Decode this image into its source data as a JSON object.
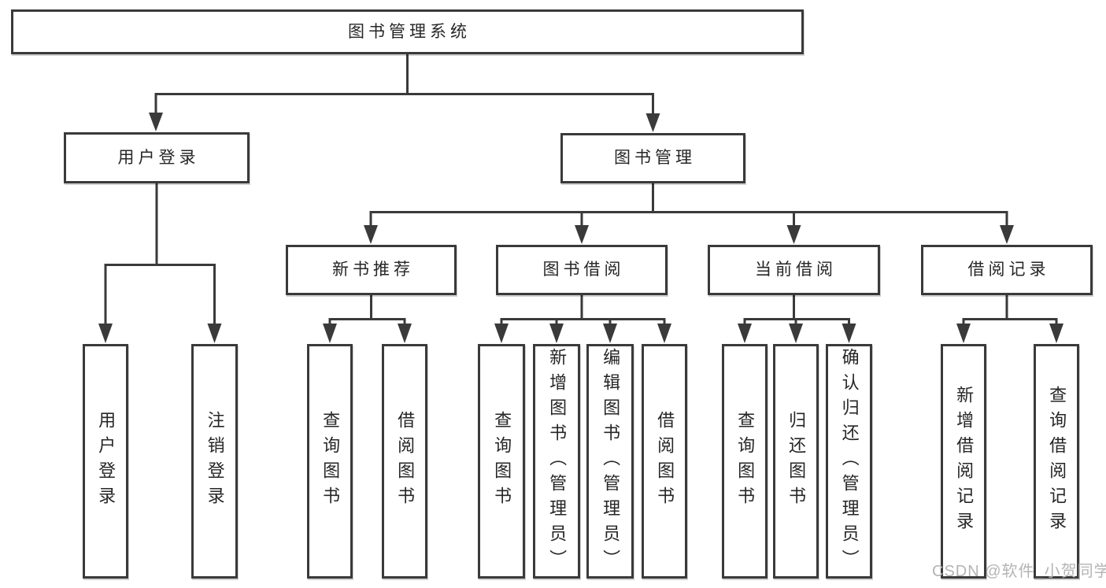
{
  "diagram": {
    "root": {
      "label": "图书管理系统"
    },
    "level2": [
      {
        "label": "用户登录"
      },
      {
        "label": "图书管理"
      }
    ],
    "level3": [
      {
        "label": "新书推荐"
      },
      {
        "label": "图书借阅"
      },
      {
        "label": "当前借阅"
      },
      {
        "label": "借阅记录"
      }
    ],
    "leaves": {
      "user_login": [
        "用户登录",
        "注销登录"
      ],
      "new_book_recommend": [
        "查询图书",
        "借阅图书"
      ],
      "book_borrow": [
        "查询图书",
        "新增图书（管理员）",
        "编辑图书（管理员）",
        "借阅图书"
      ],
      "current_borrow": [
        "查询图书",
        "归还图书",
        "确认归还（管理员）"
      ],
      "borrow_records": [
        "新增借阅记录",
        "查询借阅记录"
      ]
    }
  },
  "watermark": {
    "text": "CSDN @软件_小贺同学"
  },
  "colors": {
    "line": "#3a3a3a",
    "text": "#262626",
    "background": "#ffffff",
    "watermark": "#b4b4b4"
  }
}
